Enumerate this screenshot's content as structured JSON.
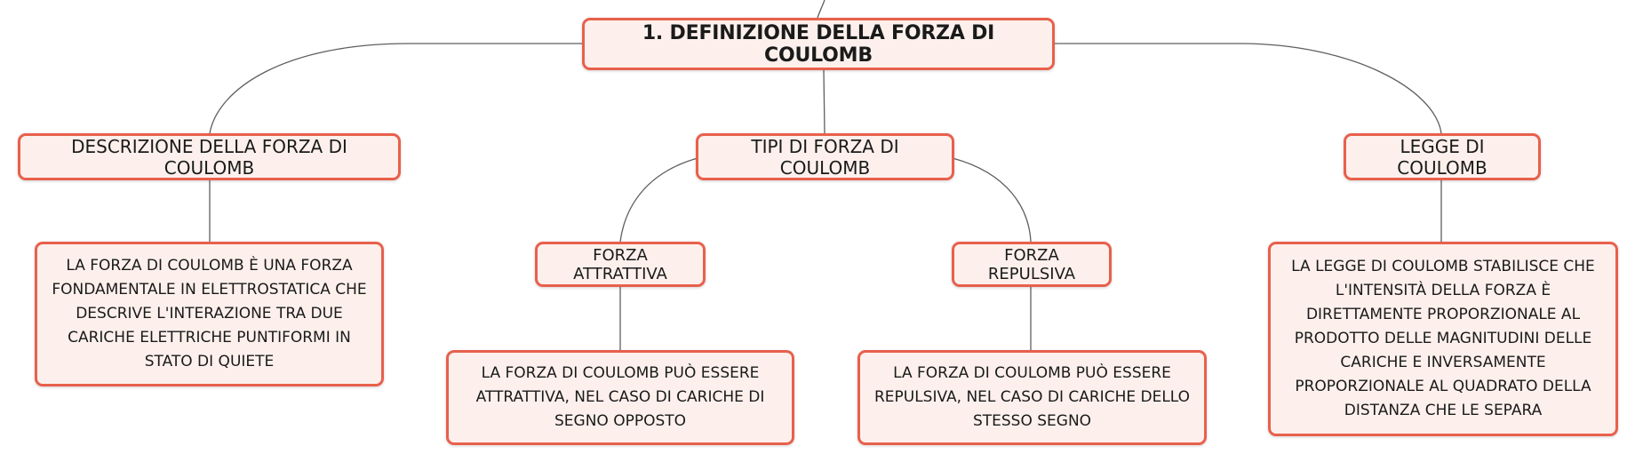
{
  "diagram": {
    "root": {
      "label": "1. DEFINIZIONE DELLA FORZA DI COULOMB"
    },
    "branches": [
      {
        "label": "DESCRIZIONE DELLA FORZA DI COULOMB",
        "detail": "LA FORZA DI COULOMB È UNA FORZA FONDAMENTALE IN ELETTROSTATICA CHE DESCRIVE L'INTERAZIONE TRA DUE CARICHE ELETTRICHE PUNTIFORMI IN STATO DI QUIETE"
      },
      {
        "label": "TIPI DI FORZA DI COULOMB",
        "children": [
          {
            "label": "FORZA ATTRATTIVA",
            "detail": "LA FORZA DI COULOMB PUÒ ESSERE ATTRATTIVA, NEL CASO DI CARICHE DI SEGNO OPPOSTO"
          },
          {
            "label": "FORZA REPULSIVA",
            "detail": "LA FORZA DI COULOMB PUÒ ESSERE REPULSIVA, NEL CASO DI CARICHE DELLO STESSO SEGNO"
          }
        ]
      },
      {
        "label": "LEGGE DI COULOMB",
        "detail": "LA LEGGE DI COULOMB STABILISCE CHE L'INTENSITÀ DELLA FORZA È DIRETTAMENTE PROPORZIONALE AL PRODOTTO DELLE MAGNITUDINI DELLE CARICHE E INVERSAMENTE PROPORZIONALE AL QUADRATO DELLA DISTANZA CHE LE SEPARA"
      }
    ],
    "colors": {
      "node_border": "#e8604c",
      "node_fill": "#fdf0ec",
      "connector": "#5f5f5f"
    }
  }
}
